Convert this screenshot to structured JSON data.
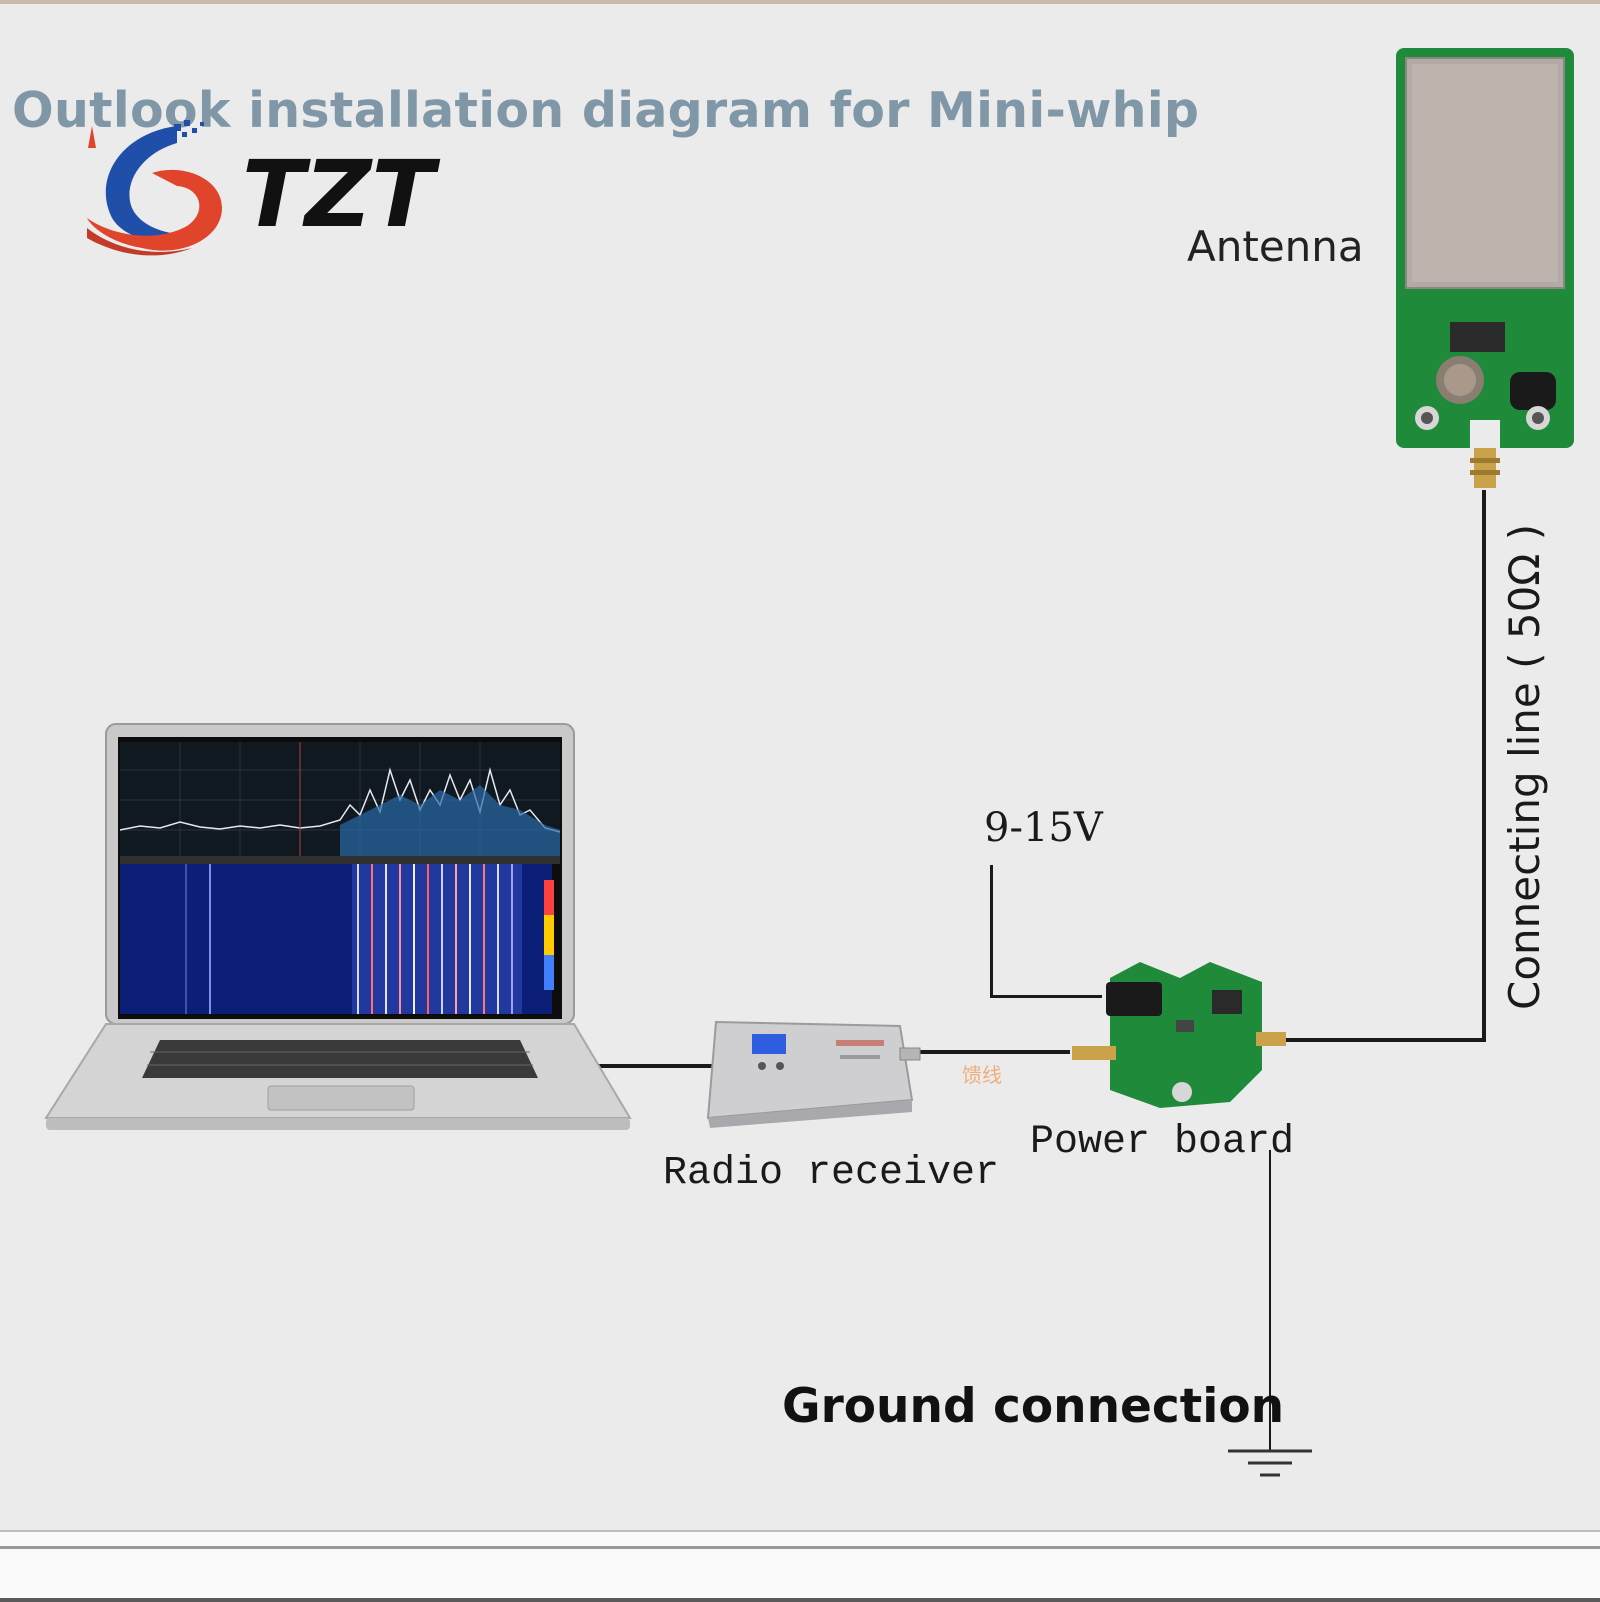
{
  "title": "Outlook installation diagram for Mini-whip",
  "logo": {
    "text": "TZT"
  },
  "labels": {
    "antenna": "Antenna",
    "connecting_line": "Connecting line ( 50Ω )",
    "voltage": "9-15V",
    "power_board": "Power board",
    "radio_receiver": "Radio receiver",
    "ground_connection": "Ground connection"
  },
  "colors": {
    "title": "#7f97a6",
    "pcb_green": "#1f8a3a",
    "logo_blue": "#1f4fa8",
    "logo_red": "#e0442a",
    "receiver_cable_label": "#f0a060"
  }
}
